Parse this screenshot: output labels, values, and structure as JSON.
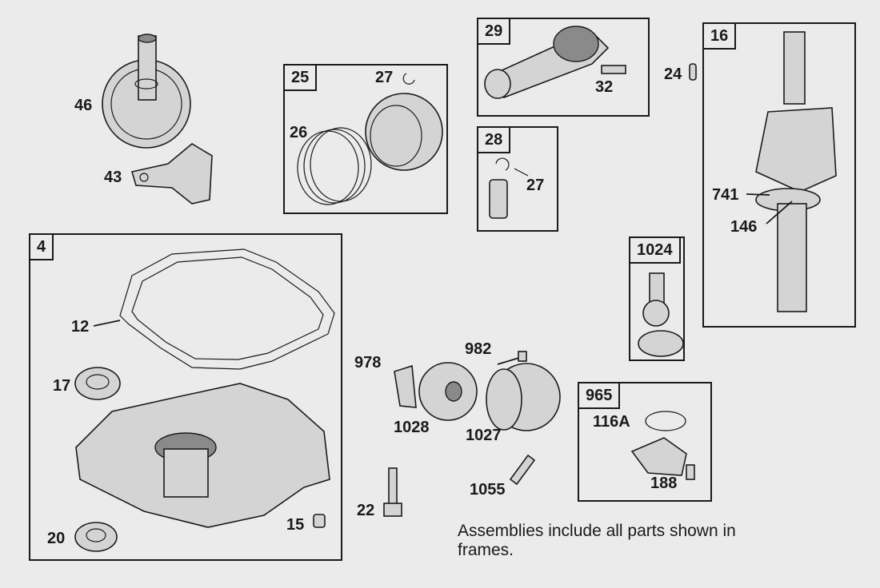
{
  "frames": {
    "f29": "29",
    "f16": "16",
    "f25": "25",
    "f28": "28",
    "f4": "4",
    "f1024": "1024",
    "f965": "965"
  },
  "labels": {
    "p46": "46",
    "p43": "43",
    "p27a": "27",
    "p26": "26",
    "p32": "32",
    "p24": "24",
    "p27b": "27",
    "p741": "741",
    "p146": "146",
    "p12": "12",
    "p17": "17",
    "p20": "20",
    "p15": "15",
    "p978": "978",
    "p982": "982",
    "p1028": "1028",
    "p1027": "1027",
    "p116a": "116A",
    "p188": "188",
    "p22": "22",
    "p1055": "1055"
  },
  "note": "Assemblies include all parts shown in frames.",
  "colors": {
    "ink": "#1a1a1a",
    "paper": "#ebebeb",
    "part_fill": "#d4d4d4"
  }
}
